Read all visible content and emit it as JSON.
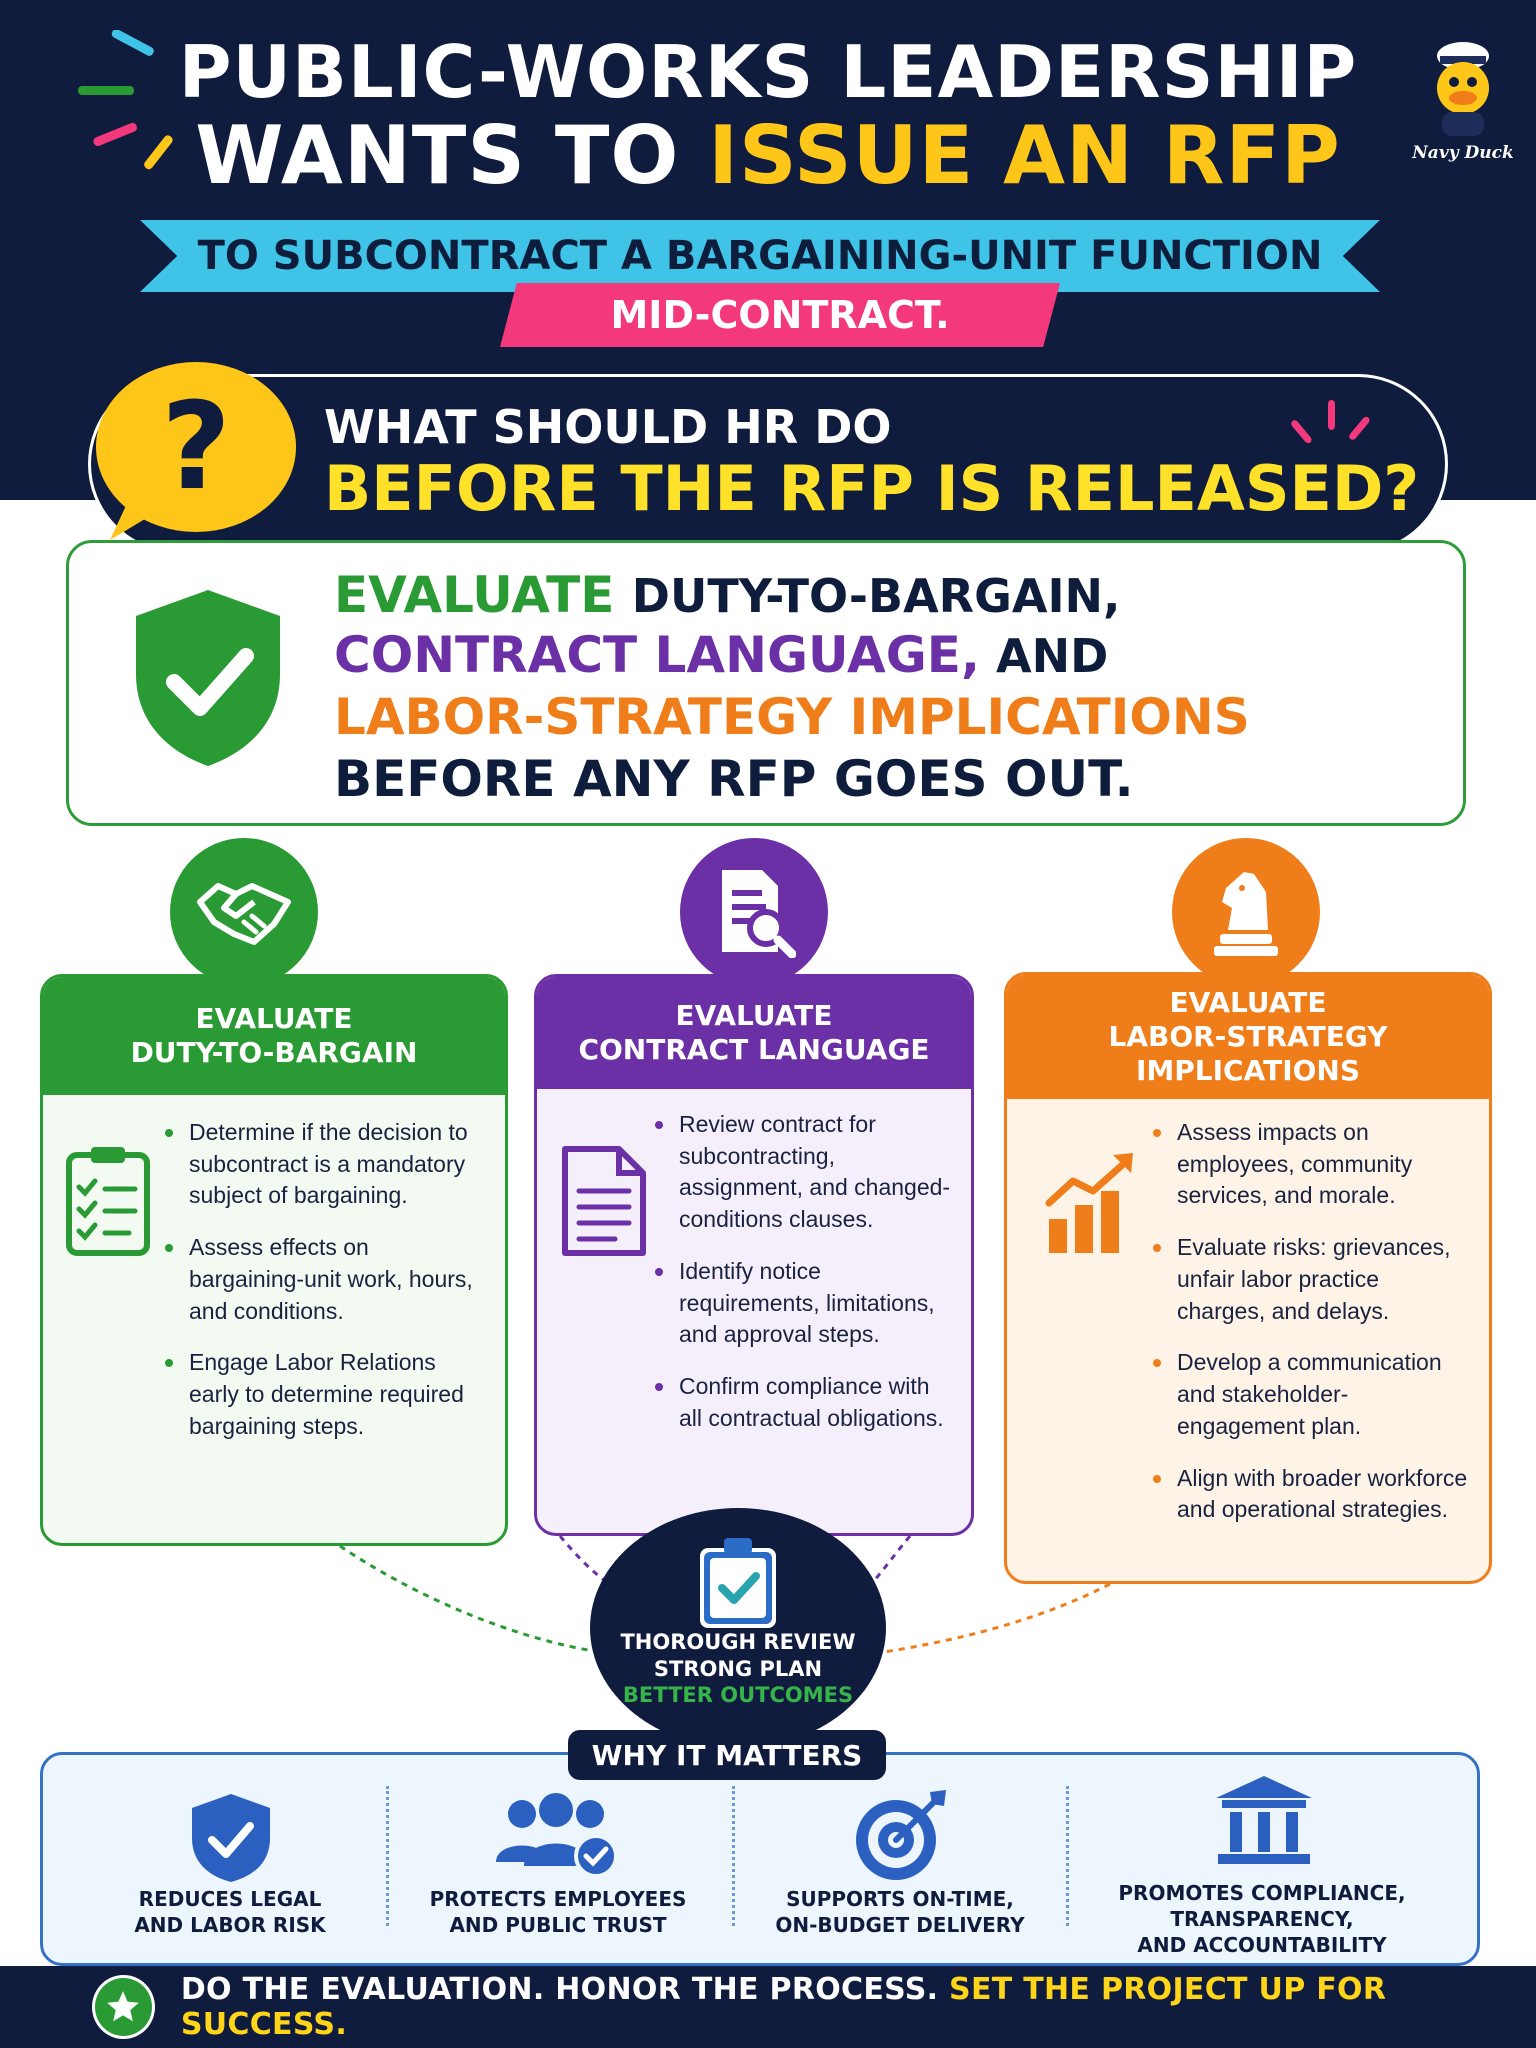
{
  "header": {
    "title_line1": "PUBLIC-WORKS LEADERSHIP",
    "title_line2_white": "WANTS TO ",
    "title_line2_yellow": "ISSUE AN RFP",
    "ribbon_blue": "TO SUBCONTRACT A BARGAINING-UNIT FUNCTION",
    "ribbon_pink": "MID-CONTRACT.",
    "logo_text": "Navy Duck"
  },
  "question": {
    "icon": "question-mark-icon",
    "line1": "WHAT SHOULD HR DO",
    "line2": "BEFORE THE RFP IS RELEASED?"
  },
  "evaluate": {
    "icon": "shield-check-icon",
    "l1_green": "EVALUATE ",
    "l1_navy": "DUTY-TO-BARGAIN,",
    "l2_purple": "CONTRACT LANGUAGE,",
    "l2_navy": " AND",
    "l3_orange": "LABOR-STRATEGY IMPLICATIONS",
    "l4_navy": "BEFORE ANY RFP GOES OUT."
  },
  "columns": [
    {
      "icon": "handshake-icon",
      "side_icon": "checklist-icon",
      "title_line1": "EVALUATE",
      "title_line2": "DUTY-TO-BARGAIN",
      "color": "#2a9a34",
      "bullets": [
        "Determine if the decision to subcontract is a mandatory subject of bargaining.",
        "Assess effects on bargaining-unit work, hours, and conditions.",
        "Engage Labor Relations early to determine required bargaining steps."
      ]
    },
    {
      "icon": "document-search-icon",
      "side_icon": "document-icon",
      "title_line1": "EVALUATE",
      "title_line2": "CONTRACT LANGUAGE",
      "color": "#6b2fa6",
      "bullets": [
        "Review contract for subcontracting, assignment, and changed-conditions clauses.",
        "Identify notice requirements, limitations, and approval steps.",
        "Confirm compliance with all contractual obligations."
      ]
    },
    {
      "icon": "chess-knight-icon",
      "side_icon": "growth-chart-icon",
      "title_line1": "EVALUATE",
      "title_line2": "LABOR-STRATEGY",
      "title_line3": "IMPLICATIONS",
      "color": "#ef7d1a",
      "bullets": [
        "Assess impacts on employees, community services, and morale.",
        "Evaluate risks: grievances, unfair labor practice charges, and delays.",
        "Develop a communication and stakeholder-engagement plan.",
        "Align with broader workforce and operational strategies."
      ]
    }
  ],
  "hub": {
    "icon": "clipboard-check-icon",
    "line1": "THOROUGH REVIEW",
    "line2": "STRONG PLAN",
    "line3": "BETTER OUTCOMES"
  },
  "why": {
    "label": "WHY IT MATTERS",
    "items": [
      {
        "icon": "shield-check-icon",
        "line1": "REDUCES LEGAL",
        "line2": "AND LABOR RISK"
      },
      {
        "icon": "people-check-icon",
        "line1": "PROTECTS EMPLOYEES",
        "line2": "AND PUBLIC TRUST"
      },
      {
        "icon": "target-icon",
        "line1": "SUPPORTS ON-TIME,",
        "line2": "ON-BUDGET DELIVERY"
      },
      {
        "icon": "institution-icon",
        "line1": "PROMOTES COMPLIANCE,",
        "line2": "TRANSPARENCY,",
        "line3": "AND ACCOUNTABILITY"
      }
    ]
  },
  "footer": {
    "icon": "star-icon",
    "text_white": "DO THE EVALUATION. HONOR THE PROCESS. ",
    "text_yellow": "SET THE PROJECT UP FOR SUCCESS."
  },
  "colors": {
    "navy": "#101c3e",
    "green": "#2a9a34",
    "purple": "#6b2fa6",
    "orange": "#ef7d1a",
    "yellow": "#ffc61a",
    "cyan": "#3fc3e6",
    "pink": "#f4387c"
  }
}
